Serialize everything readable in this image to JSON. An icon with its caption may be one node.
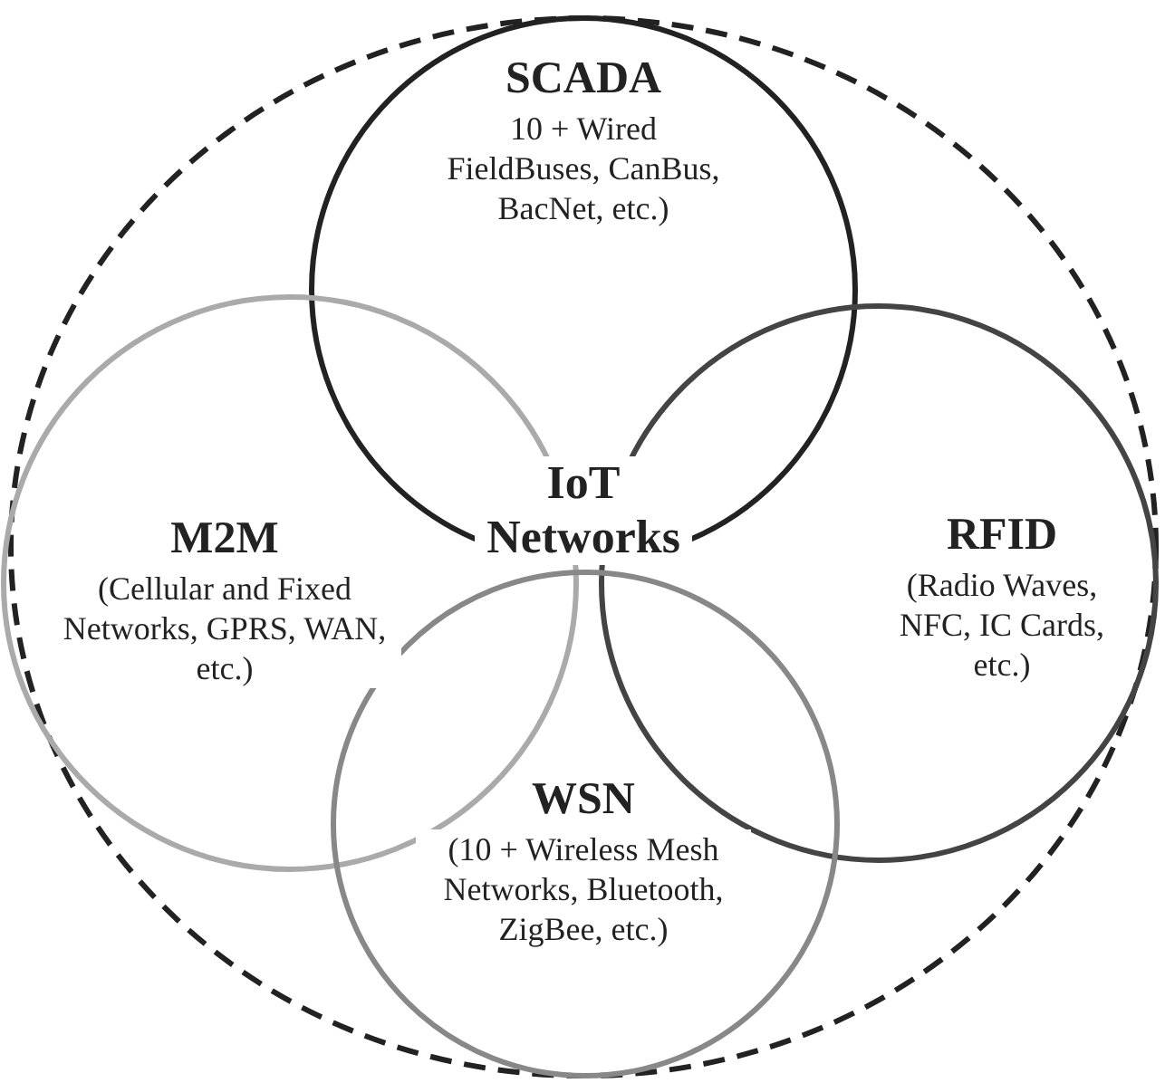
{
  "diagram": {
    "nodes": [
      {
        "text": [],
        "shape": "circle"
      },
      {
        "text": [
          "SCADA",
          "10 + Wired FieldBuses, CanBus, BacNet, etc.)"
        ],
        "in": 0
      },
      {
        "text": [
          "M2M",
          "(Cellular and Fixed Networks, GPRS, WAN, etc.)"
        ],
        "in": 0
      },
      {
        "text": [
          "RFID",
          "(Radio Waves, NFC, IC Cards, etc.)"
        ],
        "in": 0
      },
      {
        "text": [
          "WSN",
          "(10 + Wireless Mesh Networks, Bluetooth, ZigBee, etc.)"
        ],
        "in": 0
      }
    ],
    "edges": [],
    "labels": [
      "IoT Networks"
    ]
  }
}
